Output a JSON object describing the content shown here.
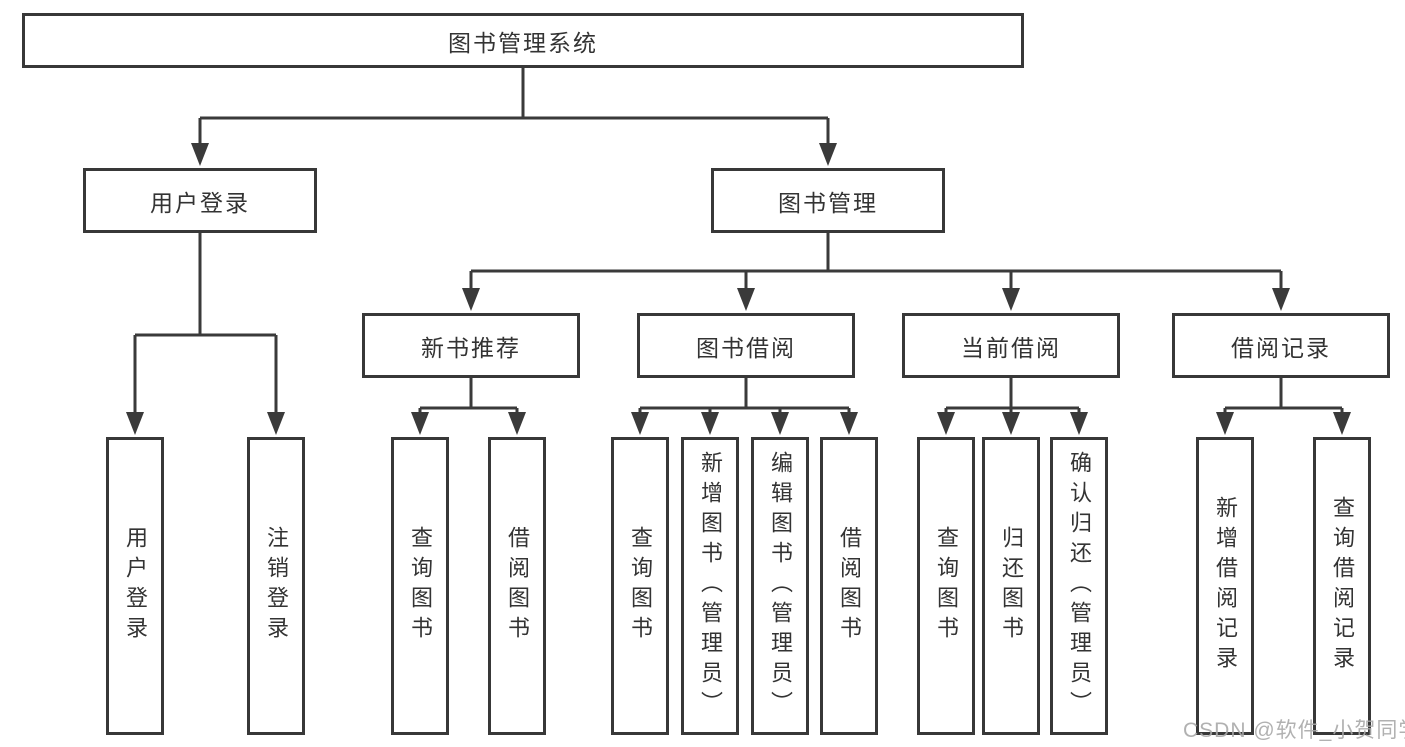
{
  "diagram": {
    "root": {
      "label": "图书管理系统"
    },
    "branches": [
      {
        "label": "用户登录",
        "children": [
          {
            "label": "用户登录"
          },
          {
            "label": "注销登录"
          }
        ]
      },
      {
        "label": "图书管理",
        "children": [
          {
            "label": "新书推荐",
            "children": [
              {
                "label": "查询图书"
              },
              {
                "label": "借阅图书"
              }
            ]
          },
          {
            "label": "图书借阅",
            "children": [
              {
                "label": "查询图书"
              },
              {
                "label": "新增图书（管理员）"
              },
              {
                "label": "编辑图书（管理员）"
              },
              {
                "label": "借阅图书"
              }
            ]
          },
          {
            "label": "当前借阅",
            "children": [
              {
                "label": "查询图书"
              },
              {
                "label": "归还图书"
              },
              {
                "label": "确认归还（管理员）"
              }
            ]
          },
          {
            "label": "借阅记录",
            "children": [
              {
                "label": "新增借阅记录"
              },
              {
                "label": "查询借阅记录"
              }
            ]
          }
        ]
      }
    ]
  },
  "colors": {
    "line": "#3a3a3a",
    "box_border": "#383838",
    "text": "#333333",
    "watermark": "#a8a8a8",
    "background": "#ffffff"
  },
  "watermark": {
    "text": "CSDN @软件_小贺同学"
  }
}
